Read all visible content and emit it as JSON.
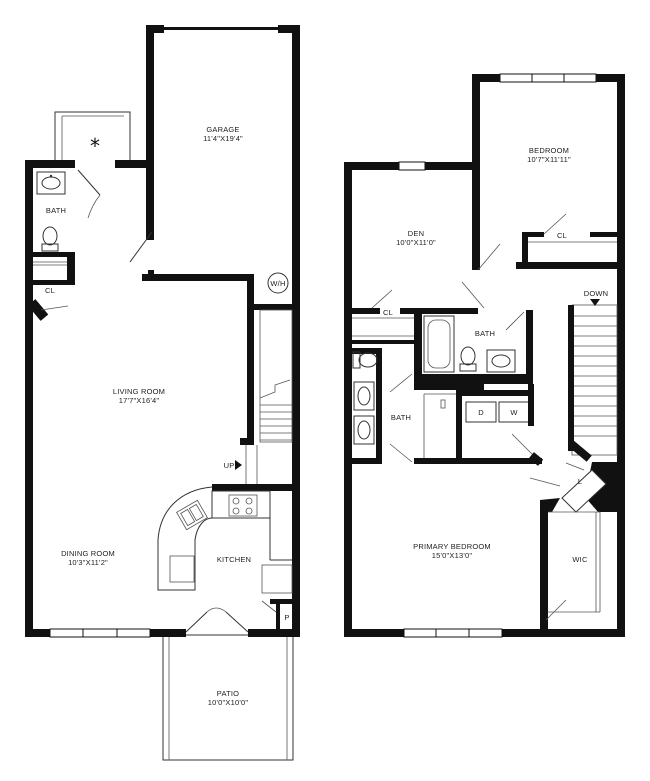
{
  "ground_floor": {
    "garage": {
      "name": "GARAGE",
      "dims": "11'4\"X19'4\""
    },
    "bath": {
      "name": "BATH"
    },
    "closet": {
      "name": "CL"
    },
    "living_room": {
      "name": "LIVING ROOM",
      "dims": "17'7\"X16'4\""
    },
    "water_heater": {
      "name": "W/H"
    },
    "stair_up": {
      "name": "UP"
    },
    "dining_room": {
      "name": "DINING ROOM",
      "dims": "10'3\"X11'2\""
    },
    "kitchen": {
      "name": "KITCHEN"
    },
    "pantry": {
      "name": "P"
    },
    "patio": {
      "name": "PATIO",
      "dims": "10'0\"X10'0\""
    }
  },
  "upper_floor": {
    "bedroom": {
      "name": "BEDROOM",
      "dims": "10'7\"X11'11\""
    },
    "bedroom_closet": {
      "name": "CL"
    },
    "den": {
      "name": "DEN",
      "dims": "10'0\"X11'0\""
    },
    "den_closet": {
      "name": "CL"
    },
    "hall_bath": {
      "name": "BATH"
    },
    "stair_down": {
      "name": "DOWN"
    },
    "primary_bath": {
      "name": "BATH"
    },
    "dryer": {
      "name": "D"
    },
    "washer": {
      "name": "W"
    },
    "linen": {
      "name": "L"
    },
    "primary_bedroom": {
      "name": "PRIMARY BEDROOM",
      "dims": "15'0\"X13'0\""
    },
    "wic": {
      "name": "WIC"
    }
  },
  "colors": {
    "wall": "#111111",
    "line": "#333333",
    "background": "#ffffff"
  },
  "icons": [
    "exterior-light-icon",
    "sink-icon",
    "toilet-icon",
    "bathtub-icon",
    "cooktop-icon",
    "stair-arrow-icon"
  ]
}
